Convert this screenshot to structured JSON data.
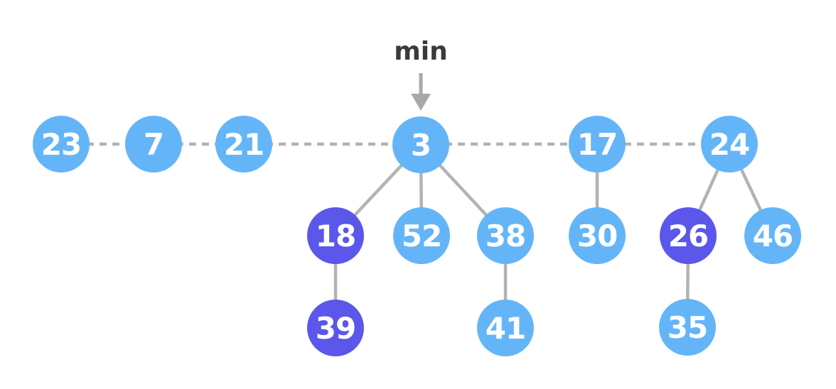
{
  "diagram": {
    "type": "fibonacci-heap",
    "min_pointer": {
      "label": "min",
      "target_node": "3"
    },
    "root_list": [
      "23",
      "7",
      "21",
      "3",
      "17",
      "24"
    ],
    "nodes": [
      {
        "label": "23",
        "variant": "blue",
        "level": 0
      },
      {
        "label": "7",
        "variant": "blue",
        "level": 0
      },
      {
        "label": "21",
        "variant": "blue",
        "level": 0
      },
      {
        "label": "3",
        "variant": "blue",
        "level": 0
      },
      {
        "label": "17",
        "variant": "blue",
        "level": 0
      },
      {
        "label": "24",
        "variant": "blue",
        "level": 0
      },
      {
        "label": "18",
        "variant": "purple",
        "level": 1
      },
      {
        "label": "52",
        "variant": "blue",
        "level": 1
      },
      {
        "label": "38",
        "variant": "blue",
        "level": 1
      },
      {
        "label": "30",
        "variant": "blue",
        "level": 1
      },
      {
        "label": "26",
        "variant": "purple",
        "level": 1
      },
      {
        "label": "46",
        "variant": "blue",
        "level": 1
      },
      {
        "label": "39",
        "variant": "purple",
        "level": 2
      },
      {
        "label": "41",
        "variant": "blue",
        "level": 2
      },
      {
        "label": "35",
        "variant": "blue",
        "level": 2
      }
    ],
    "edges": [
      [
        "3",
        "18"
      ],
      [
        "3",
        "52"
      ],
      [
        "3",
        "38"
      ],
      [
        "18",
        "39"
      ],
      [
        "38",
        "41"
      ],
      [
        "17",
        "30"
      ],
      [
        "24",
        "26"
      ],
      [
        "24",
        "46"
      ],
      [
        "26",
        "35"
      ]
    ],
    "marked_nodes": [
      "18",
      "39",
      "26"
    ],
    "colors": {
      "node_blue": "#64b5f8",
      "node_purple": "#5b57ea",
      "node_text": "#ffffff",
      "edge_gray": "#b3b3b3",
      "dashed_link_gray": "#b3b3b3",
      "arrow_gray": "#a8a8a8",
      "min_text": "#3a3a3a",
      "background": "#ffffff"
    }
  }
}
